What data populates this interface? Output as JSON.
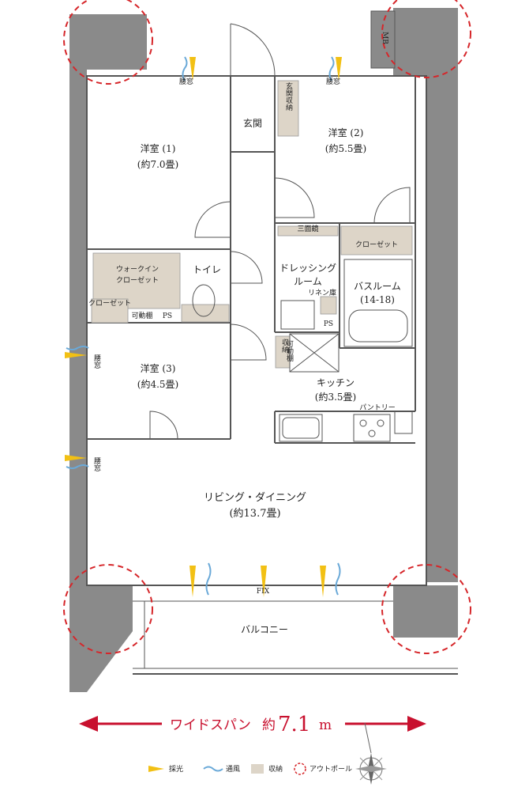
{
  "rooms": {
    "western1_name": "洋室 (1)",
    "western1_size": "(約7.0畳)",
    "western2_name": "洋室 (2)",
    "western2_size": "(約5.5畳)",
    "western3_name": "洋室 (3)",
    "western3_size": "(約4.5畳)",
    "entrance": "玄関",
    "entrance_storage": "玄関収納",
    "walkin1": "ウォークイン",
    "walkin2": "クローゼット",
    "closet": "クローゼット",
    "closet2": "クローゼット",
    "movable_shelf": "可動棚",
    "movable_shelf2": "可動棚",
    "movable_shelf_storage": "収納",
    "toilet": "トイレ",
    "dressing1": "ドレッシング",
    "dressing2": "ルーム",
    "linen": "リネン庫",
    "bath_name": "バスルーム",
    "bath_size": "(14-18)",
    "ps1": "PS",
    "ps2": "PS",
    "kitchen_name": "キッチン",
    "kitchen_size": "(約3.5畳)",
    "pantry": "パントリー",
    "living_name": "リビング・ダイニング",
    "living_size": "(約13.7畳)",
    "balcony": "バルコニー",
    "mirror": "三面鏡",
    "fix": "FIX",
    "mb": "MB",
    "window": "腰窓"
  },
  "span": {
    "label": "ワイドスパン",
    "approx": "約",
    "value": "7.1",
    "unit": "m"
  },
  "legend": {
    "light": "採光",
    "ventilation": "通風",
    "storage": "収納",
    "outpole": "アウトポール"
  },
  "colors": {
    "span_red": "#c8102e",
    "light": "#f2c014",
    "ventilation": "#6aa9d8",
    "storage": "#ddd5c8",
    "outpole": "#d6262a"
  }
}
